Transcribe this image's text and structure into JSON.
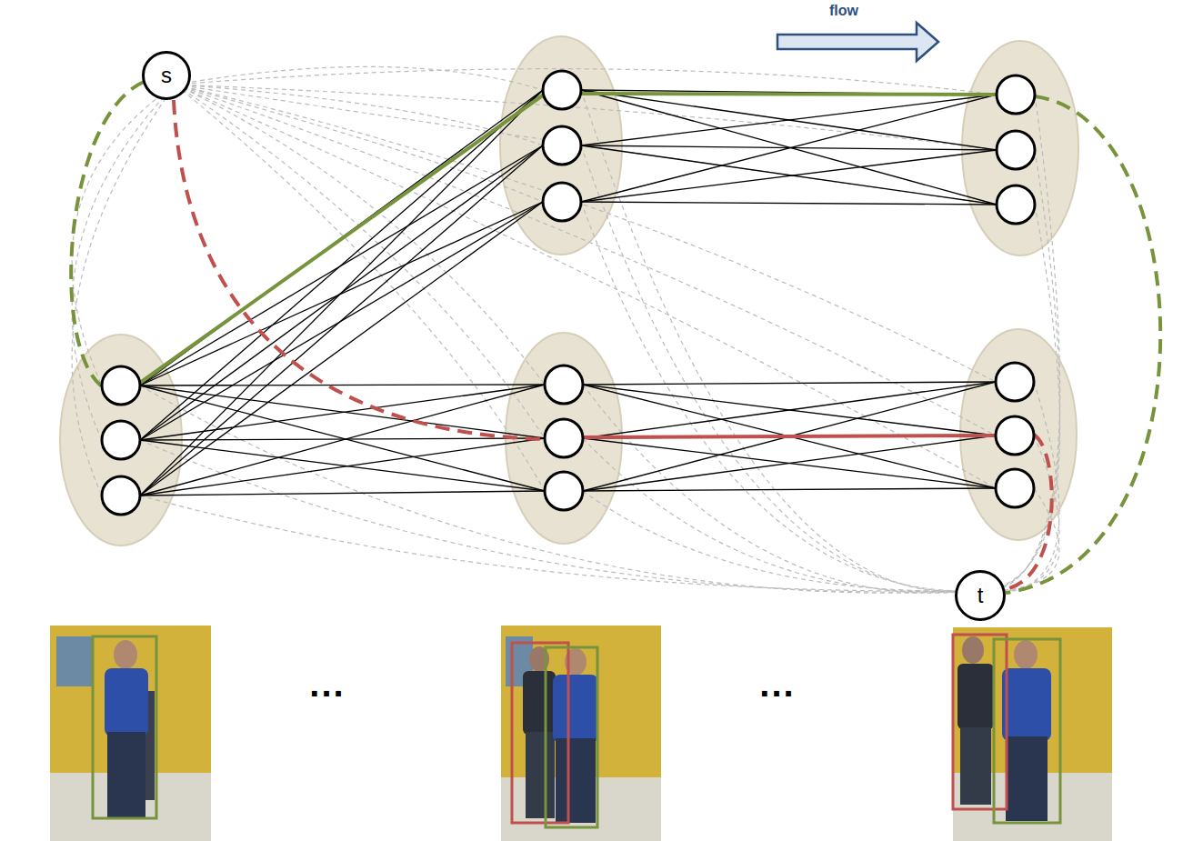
{
  "diagram": {
    "nodes": [
      {
        "text": [
          "s"
        ]
      },
      {
        "text": [
          "t"
        ]
      }
    ],
    "labels": [
      "flow",
      "...",
      "..."
    ]
  }
}
